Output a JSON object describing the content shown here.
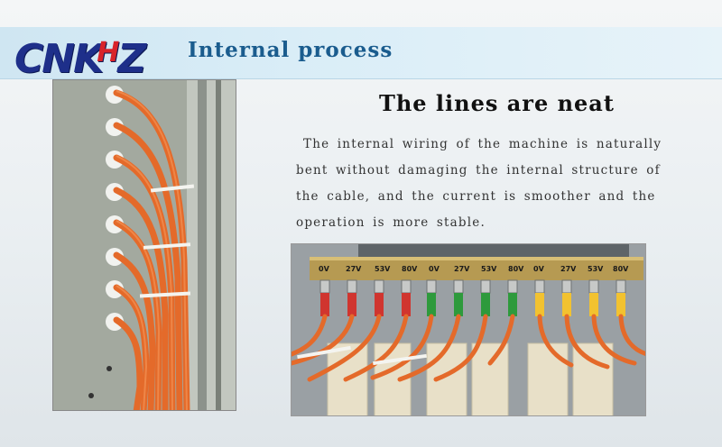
{
  "brand": {
    "logo_text": "CNK",
    "logo_accent": "H",
    "logo_tail": "Z"
  },
  "header": {
    "title": "Internal process"
  },
  "content": {
    "subtitle": "The lines are neat",
    "paragraph_lines": [
      "The internal wiring of the machine is naturally",
      "bent without damaging the internal structure of",
      "the cable, and the current is smoother and the",
      "operation is more stable."
    ]
  },
  "photo_right": {
    "terminal_labels": [
      "0V",
      "27V",
      "53V",
      "80V",
      "0V",
      "27V",
      "53V",
      "80V",
      "0V",
      "27V",
      "53V",
      "80V"
    ]
  },
  "colors": {
    "brand_blue": "#1e2f8a",
    "brand_red": "#d8232a",
    "title_blue": "#1a5c8e",
    "cable_orange": "#e46a2a"
  }
}
